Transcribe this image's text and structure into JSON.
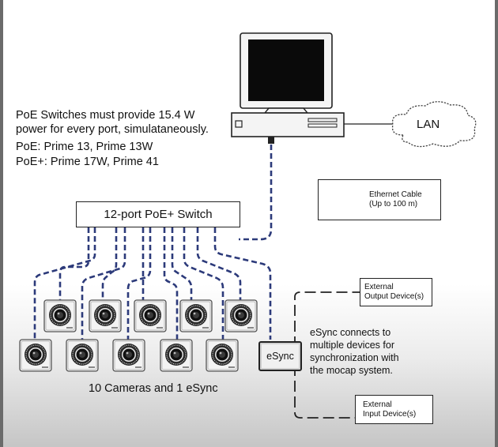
{
  "notes": {
    "line1": "PoE Switches must provide 15.4 W",
    "line2": "power for every port, simulataneously.",
    "line3": "PoE: Prime 13, Prime 13W",
    "line4": "PoE+: Prime 17W, Prime 41"
  },
  "cloud_label": "LAN",
  "switch_label": "12-port PoE+ Switch",
  "legend": {
    "line1": "Ethernet Cable",
    "line2": "(Up to 100 m)"
  },
  "esync_label": "eSync",
  "output_device": {
    "line1": "External",
    "line2": "Output Device(s)"
  },
  "input_device": {
    "line1": "External",
    "line2": "Input Device(s)"
  },
  "esync_description": {
    "line1": "eSync connects to",
    "line2": "multiple devices for",
    "line3": "synchronization with",
    "line4": "the mocap system."
  },
  "cameras_caption": "10 Cameras and 1 eSync",
  "colors": {
    "ethernet_cable": "#2c3a7a",
    "sync_cable": "#222222",
    "monitor_screen": "#0a0a0a",
    "background_fade": "#9a9a9a"
  }
}
